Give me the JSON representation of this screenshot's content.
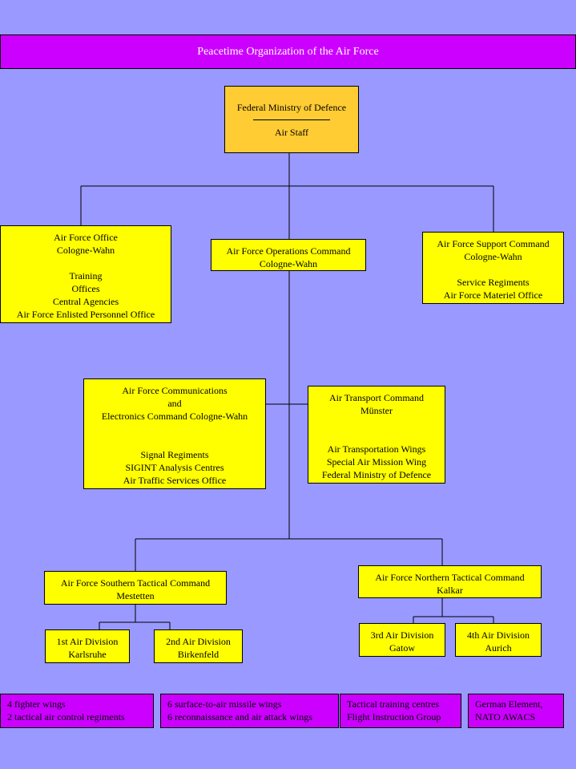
{
  "title": "Peacetime Organization of the Air Force",
  "ministry": {
    "line1": "Federal Ministry of Defence",
    "line2": "Air Staff"
  },
  "office": {
    "line1": "Air Force Office",
    "line2": "Cologne-Wahn",
    "items": [
      "Training",
      "Offices",
      "Central Agencies",
      "Air Force Enlisted Personnel Office"
    ]
  },
  "operations": {
    "line1": "Air Force Operations Command",
    "line2": "Cologne-Wahn"
  },
  "support": {
    "line1": "Air Force Support Command",
    "line2": "Cologne-Wahn",
    "items": [
      "Service Regiments",
      "Air Force Materiel Office"
    ]
  },
  "communications": {
    "line1": "Air Force Communications",
    "line2": "and",
    "line3": "Electronics Command Cologne-Wahn",
    "items": [
      "Signal Regiments",
      "SIGINT Analysis Centres",
      "Air Traffic Services Office"
    ]
  },
  "transport": {
    "line1": "Air Transport Command",
    "line2": "Münster",
    "items": [
      "Air Transportation Wings",
      "Special Air Mission Wing",
      "Federal Ministry of Defence"
    ]
  },
  "southern": {
    "line1": "Air Force Southern Tactical Command",
    "line2": "Mestetten"
  },
  "northern": {
    "line1": "Air Force Northern Tactical Command",
    "line2": "Kalkar"
  },
  "div1": {
    "line1": "1st Air Division",
    "line2": "Karlsruhe"
  },
  "div2": {
    "line1": "2nd Air Division",
    "line2": "Birkenfeld"
  },
  "div3": {
    "line1": "3rd Air Division",
    "line2": "Gatow"
  },
  "div4": {
    "line1": "4th Air Division",
    "line2": "Aurich"
  },
  "bottom": [
    {
      "line1": "4 fighter wings",
      "line2": "2 tactical air control regiments"
    },
    {
      "line1": "6 surface-to-air missile wings",
      "line2": "6 reconnaissance and air attack wings"
    },
    {
      "line1": "Tactical training centres",
      "line2": "Flight Instruction Group"
    },
    {
      "line1": "German Element,",
      "line2": "NATO AWACS"
    }
  ],
  "colors": {
    "background": "#9999ff",
    "banner": "#cc00ff",
    "box": "#ffff00",
    "ministry_box": "#ffcc33"
  }
}
